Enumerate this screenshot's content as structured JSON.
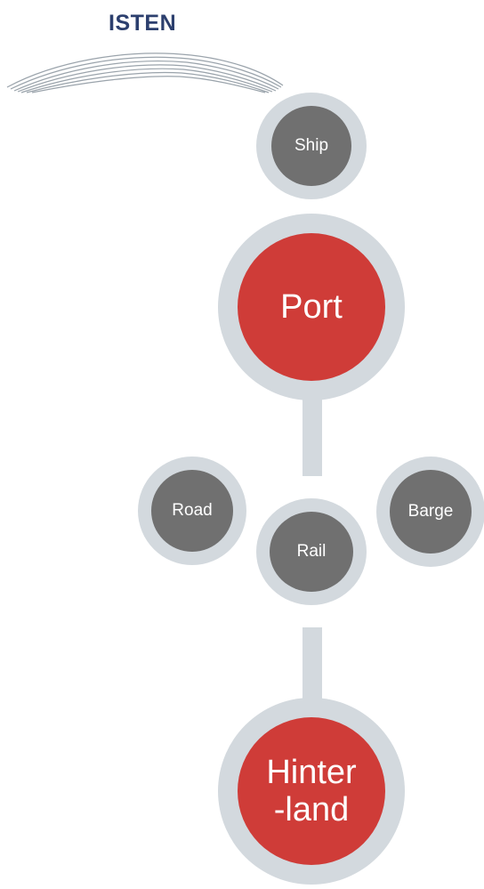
{
  "logo": {
    "text": "ISTEN"
  },
  "colors": {
    "primary_node": "#cf3c38",
    "secondary_node": "#707070",
    "ring": "#d3d9de",
    "logo_text": "#2c3f6e"
  },
  "nodes": {
    "ship": {
      "label": "Ship"
    },
    "port": {
      "label": "Port"
    },
    "road": {
      "label": "Road"
    },
    "rail": {
      "label": "Rail"
    },
    "barge": {
      "label": "Barge"
    },
    "hinterland": {
      "label_line1": "Hinter",
      "label_line2": "-land"
    }
  }
}
